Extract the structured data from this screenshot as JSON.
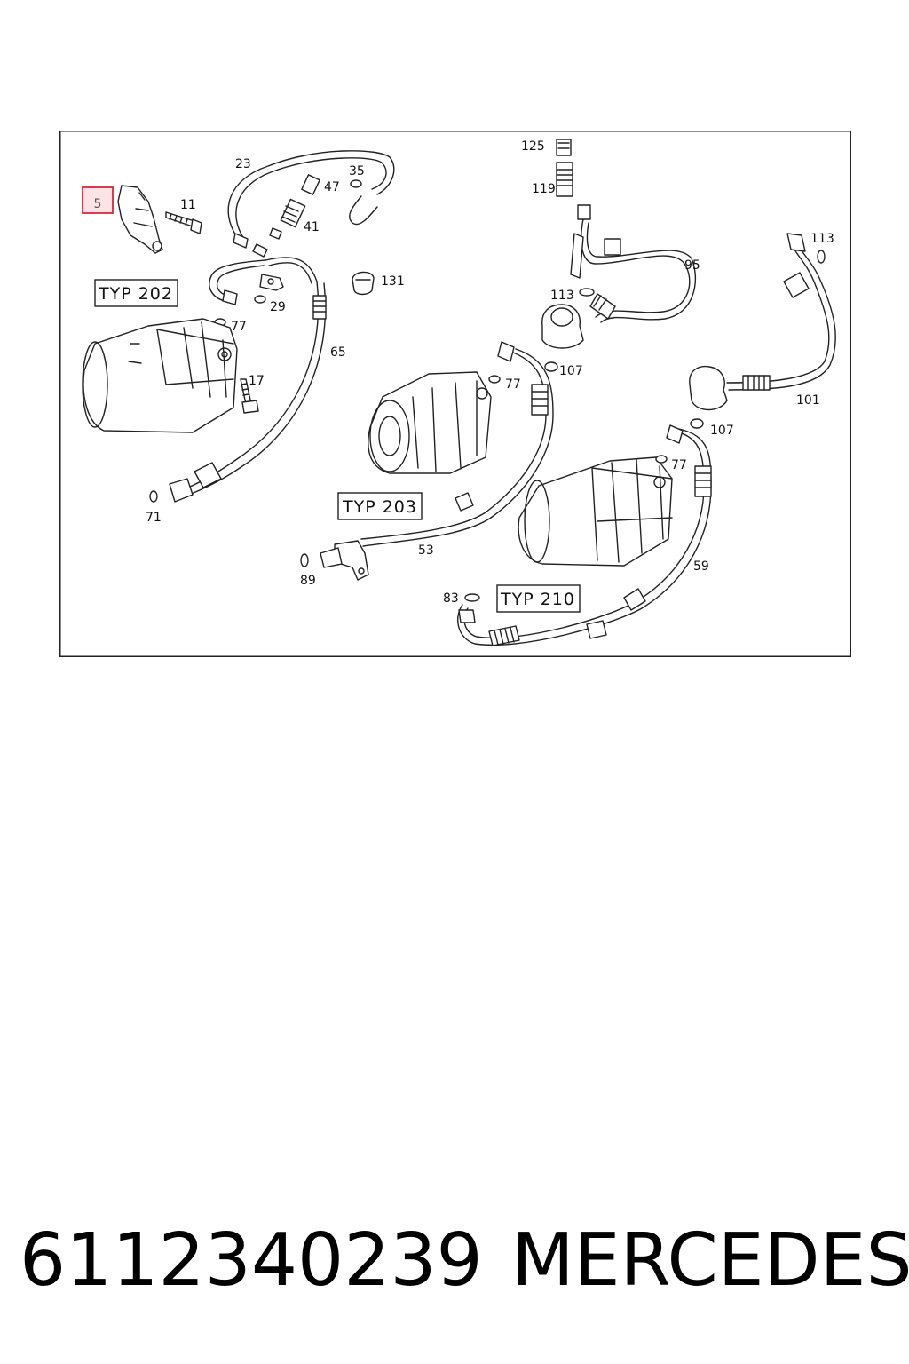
{
  "diagram": {
    "highlighted_part": "5",
    "groups": [
      "TYP 202",
      "TYP 203",
      "TYP 210"
    ],
    "callouts": {
      "c11": "11",
      "c23": "23",
      "c35": "35",
      "c47": "47",
      "c41": "41",
      "c131": "131",
      "c29": "29",
      "c77a": "77",
      "c65": "65",
      "c17": "17",
      "c71": "71",
      "c125": "125",
      "c119": "119",
      "c95": "95",
      "c113a": "113",
      "c113b": "113",
      "c107a": "107",
      "c77b": "77",
      "c101": "101",
      "c107b": "107",
      "c77c": "77",
      "c53": "53",
      "c89": "89",
      "c59": "59",
      "c83": "83"
    }
  },
  "footer": {
    "part_number": "6112340239",
    "brand": "MERCEDES"
  },
  "colors": {
    "highlight_box": "#d9263a",
    "highlight_fill": "#fbe3e6",
    "line": "#222222"
  }
}
